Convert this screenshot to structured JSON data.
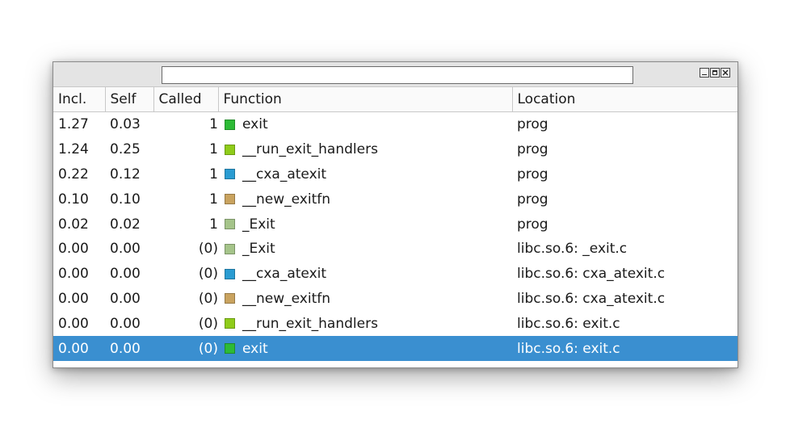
{
  "window": {
    "title_value": ""
  },
  "columns": {
    "incl": "Incl.",
    "self": "Self",
    "called": "Called",
    "function": "Function",
    "location": "Location"
  },
  "rows": [
    {
      "incl": "1.27",
      "self": "0.03",
      "called": "1",
      "function": "exit",
      "location": "prog",
      "color": "#2dbb36"
    },
    {
      "incl": "1.24",
      "self": "0.25",
      "called": "1",
      "function": "__run_exit_handlers",
      "location": "prog",
      "color": "#8fcc1a"
    },
    {
      "incl": "0.22",
      "self": "0.12",
      "called": "1",
      "function": "__cxa_atexit",
      "location": "prog",
      "color": "#2a9cd2"
    },
    {
      "incl": "0.10",
      "self": "0.10",
      "called": "1",
      "function": "__new_exitfn",
      "location": "prog",
      "color": "#c9a35f"
    },
    {
      "incl": "0.02",
      "self": "0.02",
      "called": "1",
      "function": "_Exit",
      "location": "prog",
      "color": "#a5c48a"
    },
    {
      "incl": "0.00",
      "self": "0.00",
      "called": "(0)",
      "function": "_Exit",
      "location": "libc.so.6: _exit.c",
      "color": "#a5c48a"
    },
    {
      "incl": "0.00",
      "self": "0.00",
      "called": "(0)",
      "function": "__cxa_atexit",
      "location": "libc.so.6: cxa_atexit.c",
      "color": "#2a9cd2"
    },
    {
      "incl": "0.00",
      "self": "0.00",
      "called": "(0)",
      "function": "__new_exitfn",
      "location": "libc.so.6: cxa_atexit.c",
      "color": "#c9a35f"
    },
    {
      "incl": "0.00",
      "self": "0.00",
      "called": "(0)",
      "function": "__run_exit_handlers",
      "location": "libc.so.6: exit.c",
      "color": "#8fcc1a"
    },
    {
      "incl": "0.00",
      "self": "0.00",
      "called": "(0)",
      "function": "exit",
      "location": "libc.so.6: exit.c",
      "color": "#2dbb36",
      "selected": true
    }
  ],
  "colors": {
    "selection": "#3a8fd0"
  }
}
